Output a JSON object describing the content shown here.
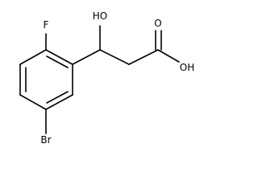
{
  "molecule": {
    "labels": {
      "fluorine": "F",
      "hydroxyl": "HO",
      "carbonyl_oxygen": "O",
      "acid_hydroxyl": "OH",
      "bromine": "Br"
    }
  }
}
